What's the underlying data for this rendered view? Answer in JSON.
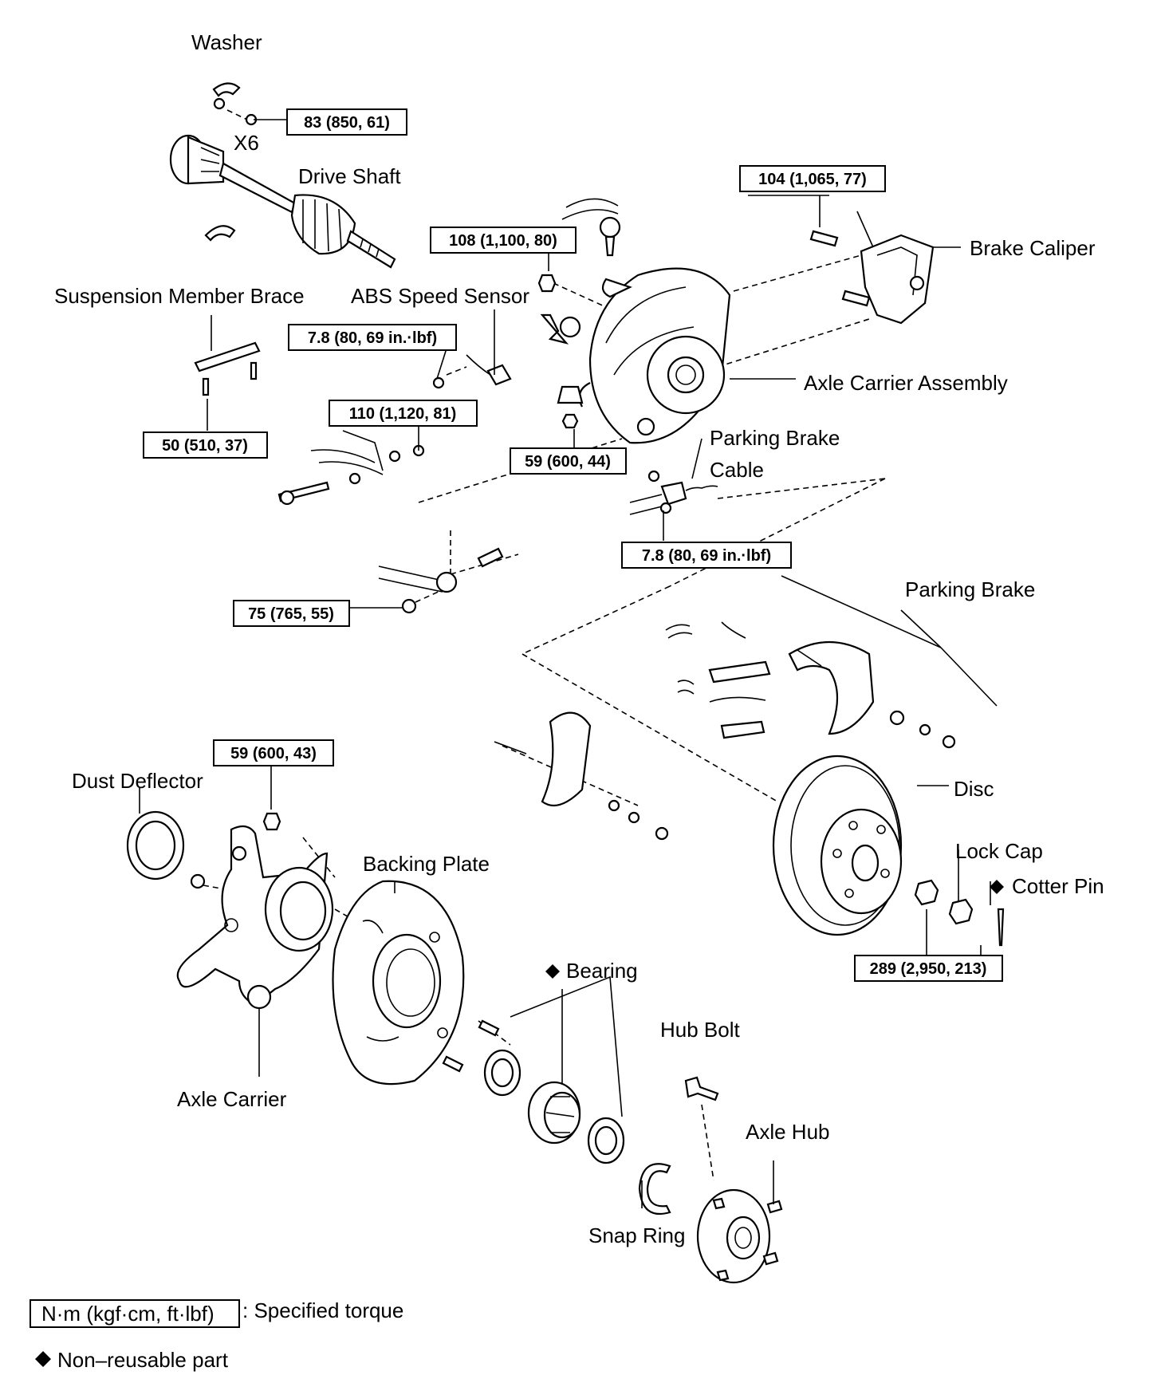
{
  "parts": {
    "washer": "Washer",
    "multiplier": "X6",
    "drive_shaft": "Drive Shaft",
    "brake_caliper": "Brake Caliper",
    "suspension_member_brace": "Suspension Member Brace",
    "abs_speed_sensor": "ABS Speed Sensor",
    "axle_carrier_assembly": "Axle Carrier Assembly",
    "parking_brake_cable_1": "Parking  Brake",
    "parking_brake_cable_2": "Cable",
    "parking_brake": "Parking Brake",
    "dust_deflector": "Dust Deflector",
    "backing_plate": "Backing Plate",
    "disc": "Disc",
    "lock_cap": "Lock Cap",
    "cotter_pin": "Cotter Pin",
    "bearing": "Bearing",
    "hub_bolt": "Hub Bolt",
    "axle_hub": "Axle Hub",
    "axle_carrier": "Axle Carrier",
    "snap_ring": "Snap Ring"
  },
  "torques": {
    "washer_bolt": "83 (850, 61)",
    "caliper_bolt": "104 (1,065, 77)",
    "ball_joint_nut": "108 (1,100, 80)",
    "abs_sensor_bolt": "7.8 (80, 69 in.·lbf)",
    "brace_bolt": "50 (510, 37)",
    "arm_nut": "110 (1,120, 81)",
    "lower_nut": "59 (600, 44)",
    "cable_bolt": "7.8 (80, 69 in.·lbf)",
    "strut_rod_nut": "75 (765, 55)",
    "carrier_nut": "59 (600, 43)",
    "hub_nut": "289 (2,950, 213)"
  },
  "legend": {
    "unit_box": "N·m (kgf·cm, ft·lbf)",
    "unit_text": ": Specified torque",
    "non_reusable": "Non–reusable part"
  }
}
